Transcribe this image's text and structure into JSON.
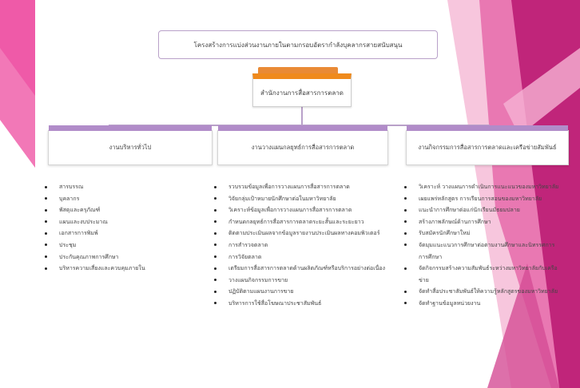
{
  "colors": {
    "pink_left": "#ec4aa1",
    "magenta_right": "#c0257a",
    "orange_accent": "#ef8a1c",
    "purple_accent": "#b18cc9"
  },
  "title": "โครงสร้างการแบ่งส่วนงานภายในตามกรอบอัตรากำลังบุคลากรสายสนับสนุน",
  "top_node": "สำนักงานการสื่อสารการตลาด",
  "columns": [
    {
      "heading": "งานบริหารทั่วไป",
      "items": [
        "สารบรรณ",
        "บุคลากร",
        "พัสดุและครุภัณฑ์",
        "แผนและงบประมาณ",
        "เอกสารการพิมพ์",
        "ประชุม",
        "ประกันคุณภาพการศึกษา",
        "บริหารความเสี่ยงและควบคุมภายใน"
      ]
    },
    {
      "heading": "งานวางแผนกลยุทธ์การสื่อสารการตลาด",
      "items": [
        "รวบรวมข้อมูลเพื่อการวางแผนการสื่อสารการตลาด",
        "วิจัยกลุ่มเป้าหมายนักศึกษาต่อในมหาวิทยาลัย",
        "วิเคราะห์ข้อมูลเพื่อการวางแผนการสื่อสารการตลาด",
        "กำหนดกลยุทธ์การสื่อสารการตลาดระยะสั้นและระยะยาว",
        "ติดตามประเมินผลจากข้อมูลรายงานประเมินผลทางคอมพิวเตอร์",
        "การสำรวจตลาด",
        "การวิจัยตลาด",
        "เตรียมการสื่อสารการตลาดด้านผลิตภัณฑ์หรือบริการอย่างต่อเนื่อง",
        "วางแผนกิจกรรมการขาย",
        "ปฏิบัติตามแผนงานการขาย",
        "บริหารการใช้สื่อโฆษณาประชาสัมพันธ์"
      ]
    },
    {
      "heading": "งานกิจกรรมการสื่อสารการตลาดและเครือข่ายสัมพันธ์",
      "items": [
        "วิเคราะห์ วางแผนการดำเนินการแนะแนวของมหาวิทยาลัย",
        "เผยแพร่หลักสูตร การเรียนการสอนของมหาวิทยาลัย",
        "แนะนำการศึกษาต่อแก่นักเรียนมัธยมปลาย",
        "สร้างภาพลักษณ์ด้านการศึกษา",
        "รับสมัครนักศึกษาใหม่",
        "จัดมุมแนะแนวการศึกษาต่อตามงานศึกษาและนิทรรศการการศึกษา",
        "จัดกิจกรรมสร้างความสัมพันธ์ระหว่างมหาวิทยาลัยกับเครือข่าย",
        "จัดทำสื่อประชาสัมพันธ์ให้ความรู้หลักสูตรของมหาวิทยาลัย",
        "จัดทำฐานข้อมูลหน่วยงาน"
      ]
    }
  ]
}
